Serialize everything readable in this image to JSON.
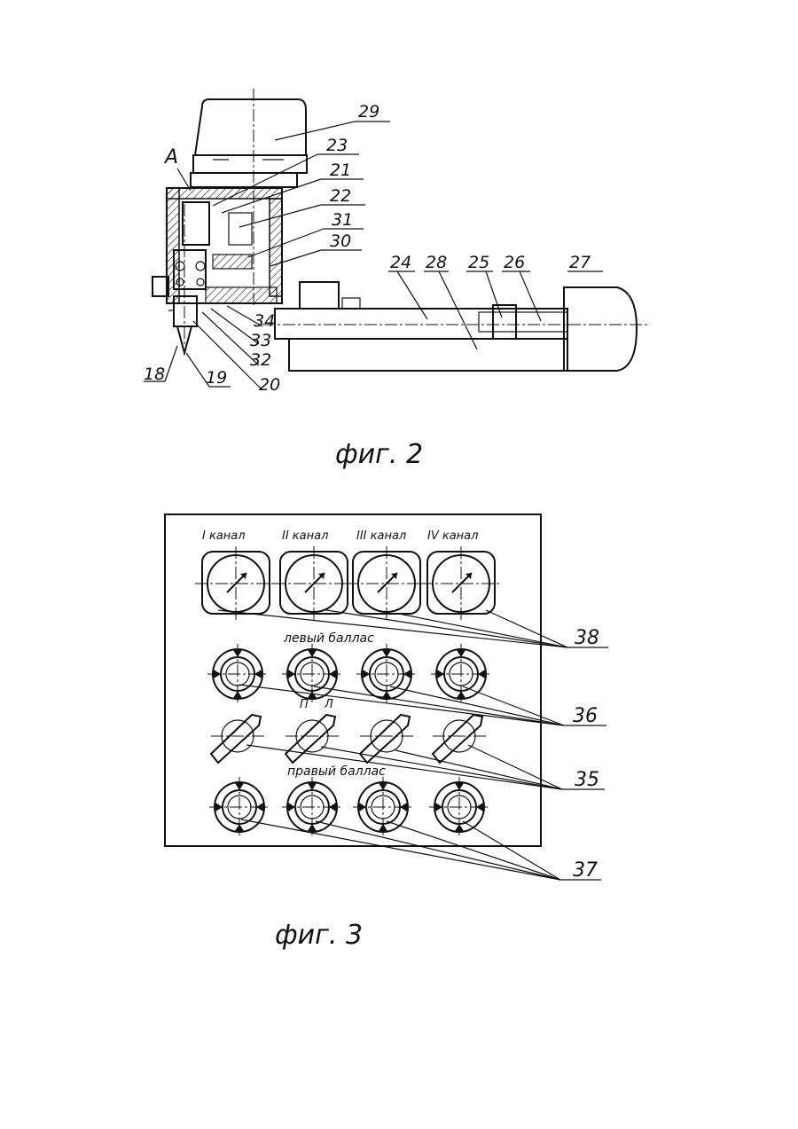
{
  "fig2": {
    "caption": "фиг. 2",
    "section_mark": "A",
    "callouts": [
      "29",
      "23",
      "21",
      "22",
      "31",
      "30",
      "24",
      "28",
      "25",
      "26",
      "27",
      "34",
      "33",
      "32",
      "20",
      "18",
      "19"
    ]
  },
  "fig3": {
    "caption": "фиг. 3",
    "channels": [
      "I канал",
      "II канал",
      "III канал",
      "IV канал"
    ],
    "left_balance": "левый баллас",
    "right_balance": "правый баллас",
    "switch_marks": [
      "П",
      "Л"
    ],
    "callouts": [
      "38",
      "36",
      "35",
      "37"
    ]
  }
}
